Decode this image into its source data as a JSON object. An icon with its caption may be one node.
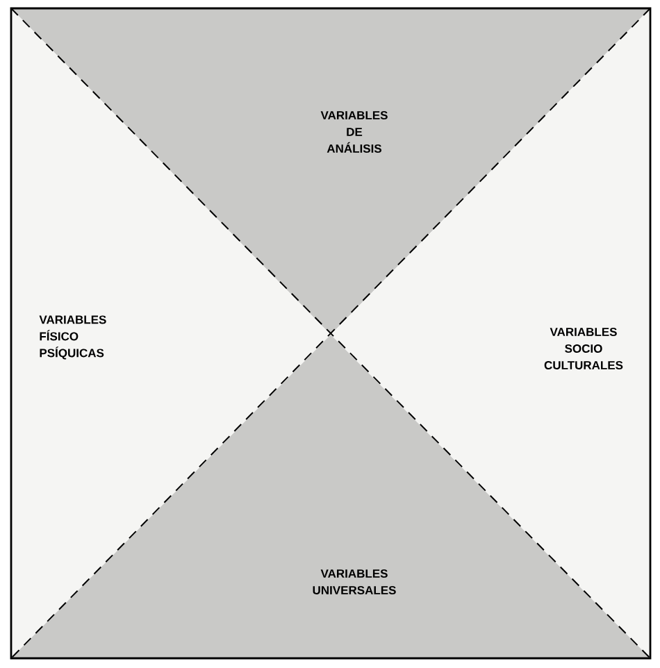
{
  "diagram": {
    "nodes": [
      {
        "text": [
          "VARIABLES DE ANÁLISIS"
        ]
      },
      {
        "text": [
          "VARIABLES FÍSICO PSÍQUICAS"
        ]
      },
      {
        "text": [
          "VARIABLES SOCIO CULTURALES"
        ]
      },
      {
        "text": [
          "VARIABLES UNIVERSALES"
        ]
      }
    ]
  }
}
